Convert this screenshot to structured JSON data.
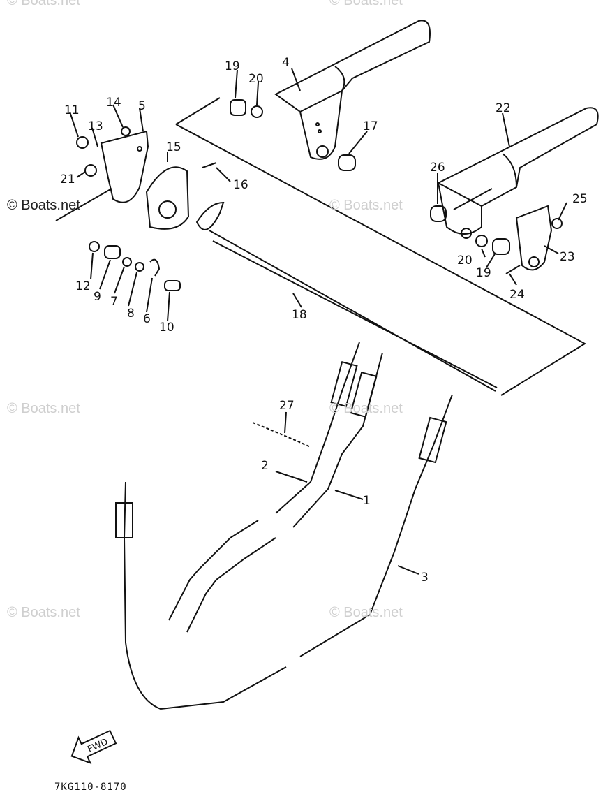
{
  "watermarks": {
    "top_left": "© Boats.net",
    "top_right": "© Boats.net",
    "mid_left": "© Boats.net",
    "mid_right": "© Boats.net",
    "row3_left": "© Boats.net",
    "row3_right": "© Boats.net",
    "row4_left": "© Boats.net",
    "row4_right": "© Boats.net"
  },
  "parts": {
    "p1": "1",
    "p2": "2",
    "p3": "3",
    "p4": "4",
    "p5": "5",
    "p6": "6",
    "p7": "7",
    "p8": "8",
    "p9": "9",
    "p10": "10",
    "p11": "11",
    "p12": "12",
    "p13": "13",
    "p14": "14",
    "p15": "15",
    "p16": "16",
    "p17": "17",
    "p18": "18",
    "p19a": "19",
    "p19b": "19",
    "p20a": "20",
    "p20b": "20",
    "p21": "21",
    "p22": "22",
    "p23": "23",
    "p24": "24",
    "p25": "25",
    "p26": "26",
    "p27": "27"
  },
  "fwd_label": "FWD",
  "drawing_code": "7KG110-8170",
  "colors": {
    "ink": "#111111",
    "watermark": "#cfcfcf"
  }
}
